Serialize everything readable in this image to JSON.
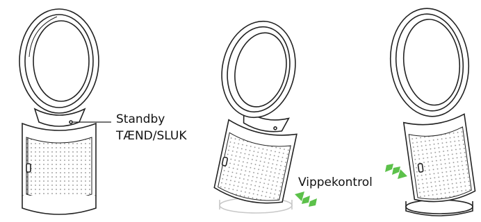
{
  "labels": {
    "standby": "Standby",
    "toggle": "TÆND/SLUK",
    "tilt": "Vippekontrol"
  },
  "colors": {
    "line": "#222222",
    "accent_green": "#5cc14a",
    "grille_dot": "#8a8a8a",
    "ghost_base": "#c8c8c8"
  },
  "icons": [
    "arrow-icon-tilt-back",
    "arrow-icon-tilt-forward"
  ]
}
